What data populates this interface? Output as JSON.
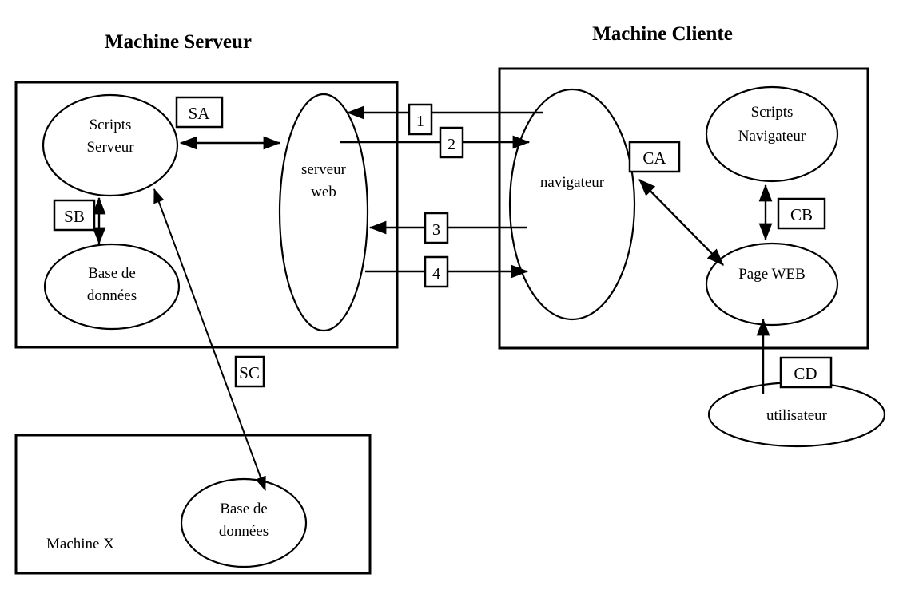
{
  "titles": {
    "server": "Machine Serveur",
    "client": "Machine Cliente"
  },
  "server_box": {
    "nodes": {
      "scripts_serveur": "Scripts\nServeur",
      "scripts_serveur_line1": "Scripts",
      "scripts_serveur_line2": "Serveur",
      "serveur_web_line1": "serveur",
      "serveur_web_line2": "web",
      "base_donnees_line1": "Base de",
      "base_donnees_line2": "données"
    },
    "labels": {
      "sa": "SA",
      "sb": "SB"
    }
  },
  "client_box": {
    "nodes": {
      "navigateur": "navigateur",
      "scripts_navigateur_line1": "Scripts",
      "scripts_navigateur_line2": "Navigateur",
      "page_web": "Page WEB"
    },
    "labels": {
      "ca": "CA",
      "cb": "CB"
    }
  },
  "machine_x_box": {
    "title": "Machine X",
    "nodes": {
      "base_donnees_line1": "Base de",
      "base_donnees_line2": "données"
    }
  },
  "external": {
    "utilisateur": "utilisateur",
    "labels": {
      "cd": "CD",
      "sc": "SC"
    }
  },
  "flow_numbers": {
    "n1": "1",
    "n2": "2",
    "n3": "3",
    "n4": "4"
  },
  "colors": {
    "stroke": "#000000",
    "background": "#ffffff"
  }
}
